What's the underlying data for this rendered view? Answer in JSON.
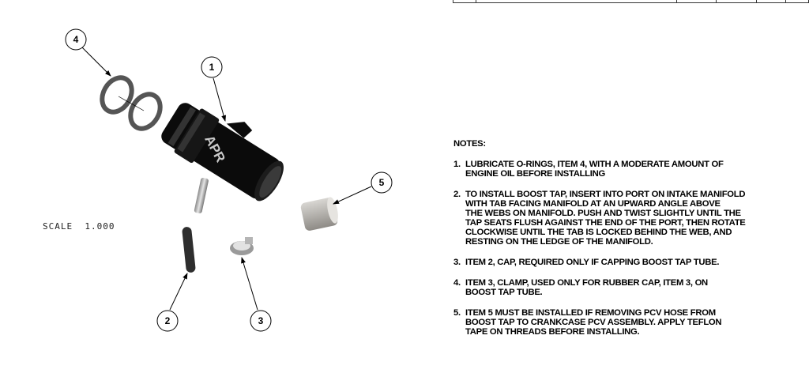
{
  "drawing": {
    "scale_label": "SCALE  1.000",
    "logo_text": "APR",
    "balloons": [
      {
        "item": "1"
      },
      {
        "item": "2"
      },
      {
        "item": "3"
      },
      {
        "item": "4"
      },
      {
        "item": "5"
      }
    ]
  },
  "notes": {
    "title": "NOTES:",
    "items": [
      {
        "num": "1.",
        "text": "LUBRICATE O-RINGS, ITEM 4, WITH A MODERATE AMOUNT OF\nENGINE OIL BEFORE INSTALLING"
      },
      {
        "num": "2.",
        "text": "TO INSTALL BOOST TAP, INSERT INTO PORT ON INTAKE MANIFOLD\nWITH TAB FACING MANIFOLD AT AN UPWARD ANGLE ABOVE\nTHE WEBS ON MANIFOLD. PUSH AND TWIST SLIGHTLY UNTIL THE\nTAP SEATS FLUSH AGAINST THE END OF THE PORT, THEN ROTATE\nCLOCKWISE UNTIL THE TAB IS LOCKED BEHIND THE WEB, AND\nRESTING ON THE LEDGE OF THE MANIFOLD."
      },
      {
        "num": "3.",
        "text": "ITEM 2, CAP, REQUIRED ONLY IF CAPPING BOOST TAP TUBE."
      },
      {
        "num": "4.",
        "text": "ITEM 3, CLAMP, USED ONLY FOR RUBBER CAP, ITEM 3, ON\nBOOST TAP TUBE."
      },
      {
        "num": "5.",
        "text": "ITEM 5 MUST BE INSTALLED IF REMOVING PCV HOSE FROM\nBOOST TAP TO CRANKCASE PCV ASSEMBLY. APPLY TEFLON\nTAPE ON THREADS BEFORE INSTALLING."
      }
    ]
  }
}
